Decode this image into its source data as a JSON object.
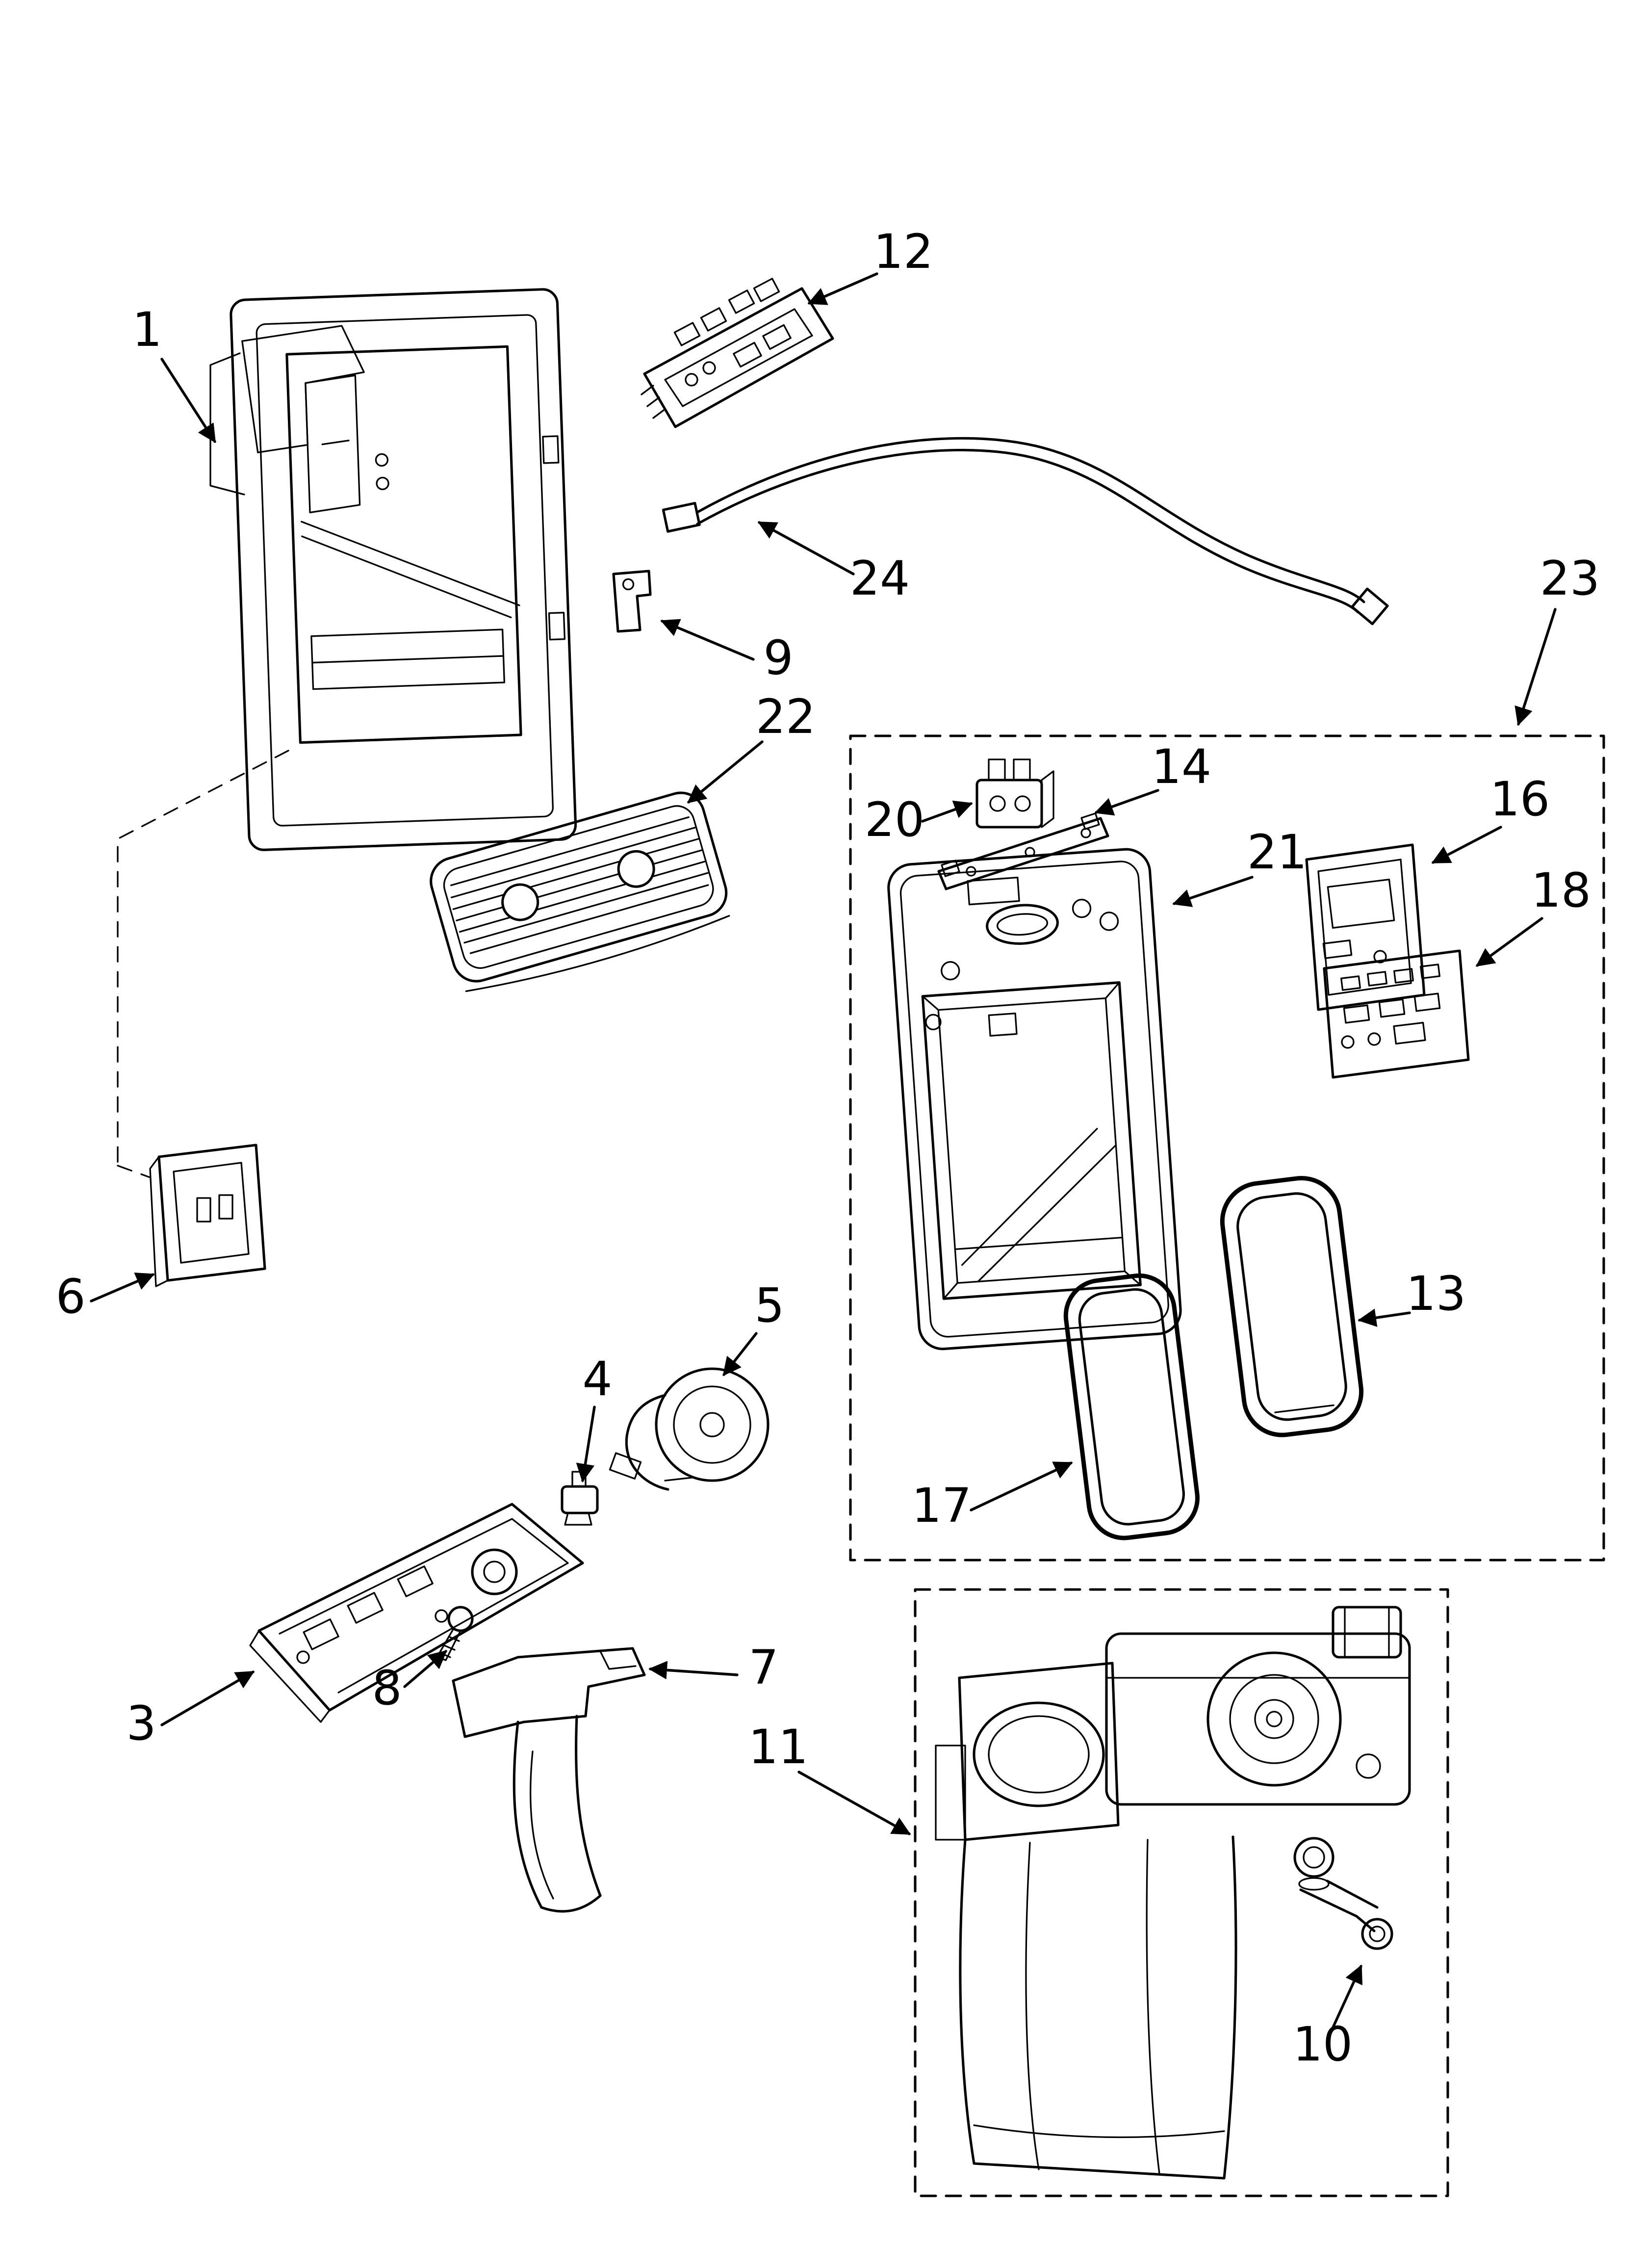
{
  "diagram": {
    "kind": "exploded-parts-diagram",
    "colors": {
      "line": "#000000",
      "background": "#ffffff"
    },
    "callouts": {
      "c1": {
        "label": "1",
        "part": "dispenser-frame"
      },
      "c3": {
        "label": "3",
        "part": "mounting-bracket"
      },
      "c4": {
        "label": "4",
        "part": "coupling"
      },
      "c5": {
        "label": "5",
        "part": "auger-motor"
      },
      "c6": {
        "label": "6",
        "part": "access-cover"
      },
      "c7": {
        "label": "7",
        "part": "actuator-lever"
      },
      "c8": {
        "label": "8",
        "part": "screw"
      },
      "c9": {
        "label": "9",
        "part": "bracket-clip"
      },
      "c10": {
        "label": "10",
        "part": "water-spout"
      },
      "c11": {
        "label": "11",
        "part": "ice-container-assembly"
      },
      "c12": {
        "label": "12",
        "part": "control-board"
      },
      "c13": {
        "label": "13",
        "part": "pad-right"
      },
      "c14": {
        "label": "14",
        "part": "bracket-strip"
      },
      "c16": {
        "label": "16",
        "part": "circuit-board"
      },
      "c17": {
        "label": "17",
        "part": "pad-left"
      },
      "c18": {
        "label": "18",
        "part": "display-board"
      },
      "c20": {
        "label": "20",
        "part": "dispenser-switch"
      },
      "c21": {
        "label": "21",
        "part": "dispenser-facade"
      },
      "c22": {
        "label": "22",
        "part": "drip-grille"
      },
      "c23": {
        "label": "23",
        "part": "dispenser-front-group"
      },
      "c24": {
        "label": "24",
        "part": "wire-harness"
      }
    }
  }
}
